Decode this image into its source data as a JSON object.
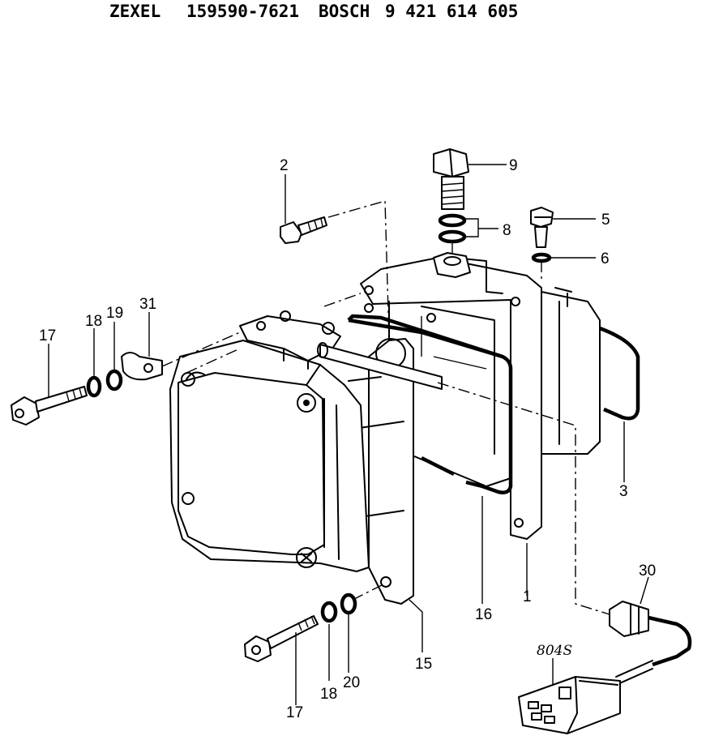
{
  "header": {
    "maker": "ZEXEL",
    "zexel_number": "159590-7621",
    "brand": "BOSCH",
    "bosch_number": "9 421 614 605"
  },
  "callouts": {
    "c1": "1",
    "c2": "2",
    "c3": "3",
    "c5": "5",
    "c6": "6",
    "c8": "8",
    "c9": "9",
    "c15": "15",
    "c16": "16",
    "c17a": "17",
    "c17b": "17",
    "c18a": "18",
    "c18b": "18",
    "c19": "19",
    "c20": "20",
    "c30": "30",
    "c31": "31"
  },
  "connector_label": "804S"
}
